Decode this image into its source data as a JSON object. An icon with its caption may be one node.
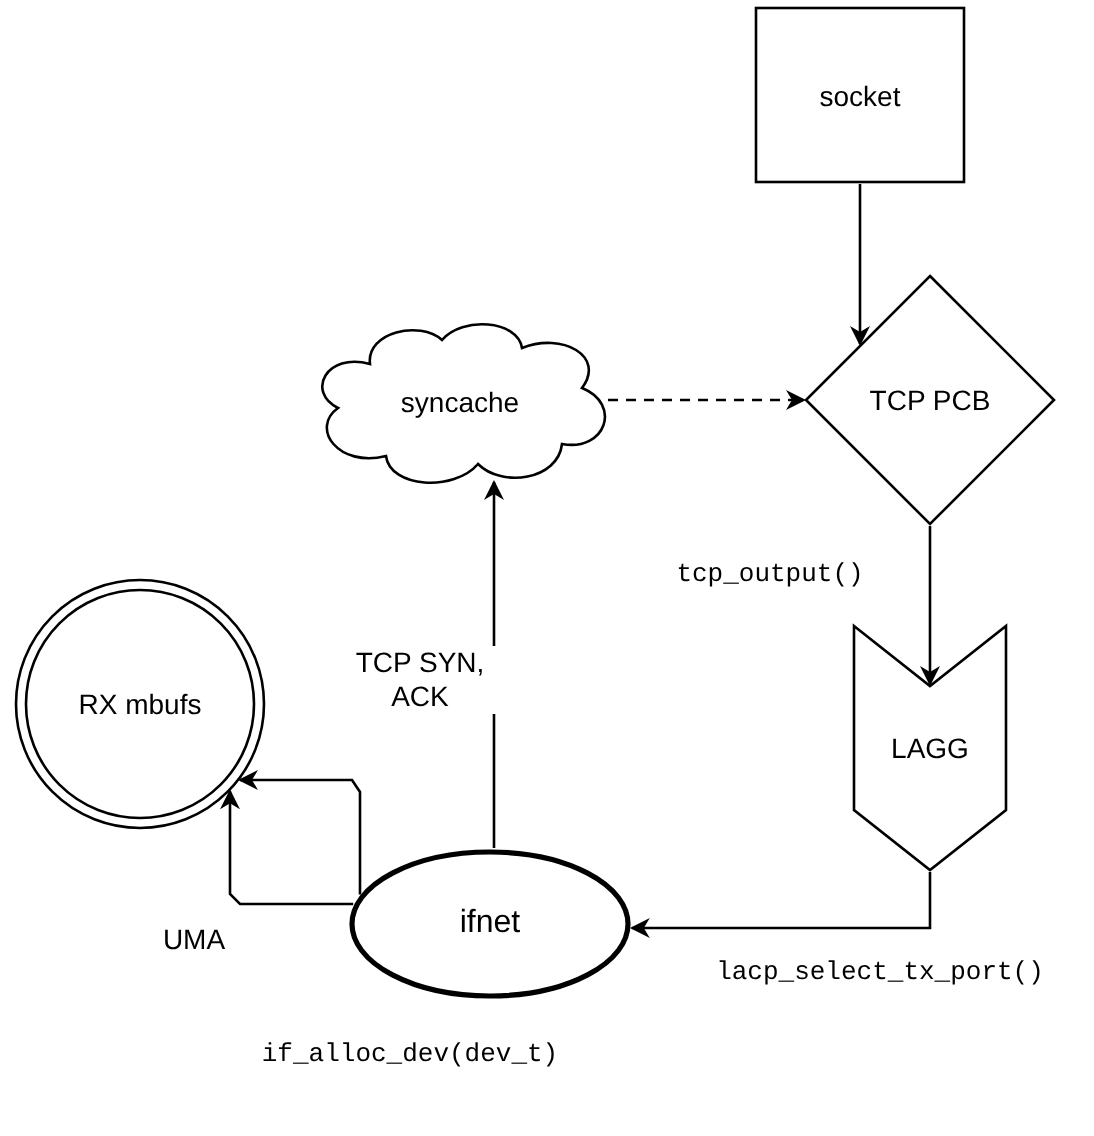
{
  "diagram": {
    "nodes": [
      {
        "text": [
          "socket"
        ]
      },
      {
        "text": [
          "TCP PCB"
        ]
      },
      {
        "text": [
          "syncache"
        ]
      },
      {
        "text": [
          "LAGG"
        ]
      },
      {
        "text": [
          "RX mbufs"
        ]
      },
      {
        "text": [
          "ifnet"
        ],
        "beside": [
          "if_alloc_dev(dev_t)"
        ]
      }
    ],
    "edges": [
      {
        "from": 0,
        "to": 1,
        "arrow": "to"
      },
      {
        "from": 2,
        "to": 1,
        "arrow": "to",
        "style": "dashed"
      },
      {
        "from": 1,
        "to": 3,
        "arrow": "to",
        "label": "tcp_output()"
      },
      {
        "from": 3,
        "to": 5,
        "arrow": "to",
        "label": "lacp_select_tx_port()"
      },
      {
        "from": 5,
        "to": 2,
        "arrow": "to",
        "label": "TCP SYN, ACK"
      },
      {
        "from": 5,
        "to": 4,
        "arrow": "to"
      },
      {
        "from": 5,
        "to": 4,
        "arrow": "to",
        "label": "UMA"
      }
    ]
  }
}
